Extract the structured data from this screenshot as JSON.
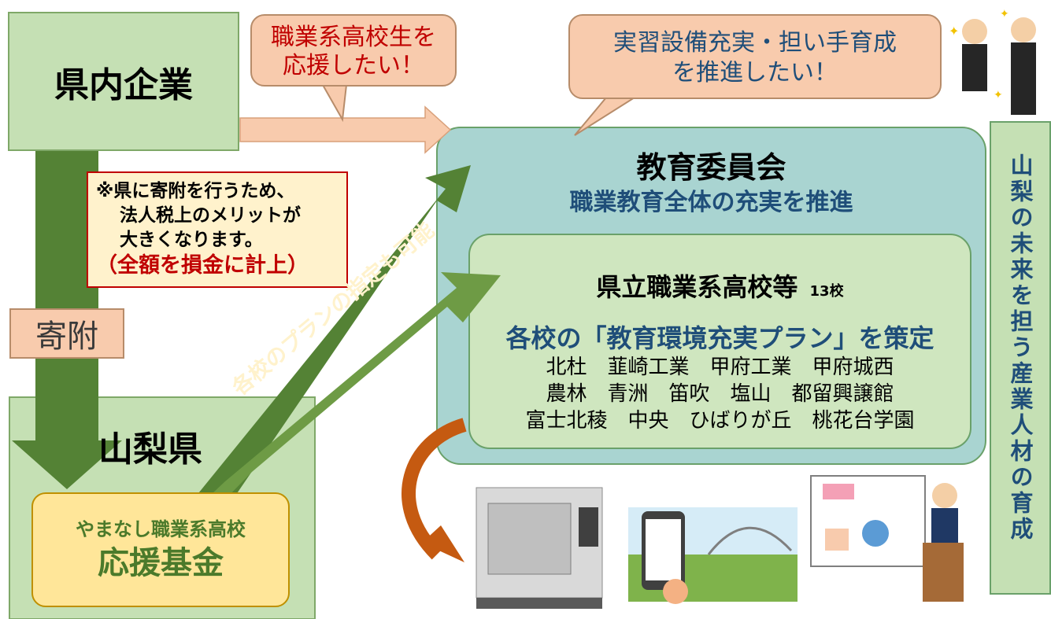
{
  "company": {
    "label": "県内企業"
  },
  "supportBubble": {
    "line1": "職業系高校生を",
    "line2": "応援したい！"
  },
  "committeeBubble": {
    "line1": "実習設備充実・担い手育成",
    "line2": "を推進したい！"
  },
  "note": {
    "line1": "※県に寄附を行うため、",
    "line2": "法人税上のメリットが",
    "line3": "大きくなります。",
    "line4": "（全額を損金に計上）"
  },
  "donation": {
    "label": "寄附"
  },
  "prefecture": {
    "label": "山梨県"
  },
  "fund": {
    "line1": "やまなし職業系高校",
    "line2": "応援基金"
  },
  "diagonalArrow": {
    "label": "各校のプランの指定も可能"
  },
  "board": {
    "title": "教育委員会",
    "subtitle": "職業教育全体の充実を推進"
  },
  "schools": {
    "title": "県立職業系高校等",
    "count": "13校",
    "plan": "各校の「教育環境充実プラン」を策定",
    "row1": "北杜　韮崎工業　甲府工業　甲府城西",
    "row2": "農林　青洲　笛吹　塩山　都留興譲館",
    "row3": "富士北稜　中央　ひばりが丘　桃花台学園"
  },
  "vertical": {
    "text": "山梨の未来を担う産業人材の育成"
  },
  "colors": {
    "green": "#c5e0b4",
    "arrowGreen": "#548235",
    "teal": "#a9d4d1",
    "bubble": "#f8cbad",
    "noteRed": "#c00000",
    "fundText": "#4b7a2b",
    "boardBlue": "#1f4e79"
  }
}
